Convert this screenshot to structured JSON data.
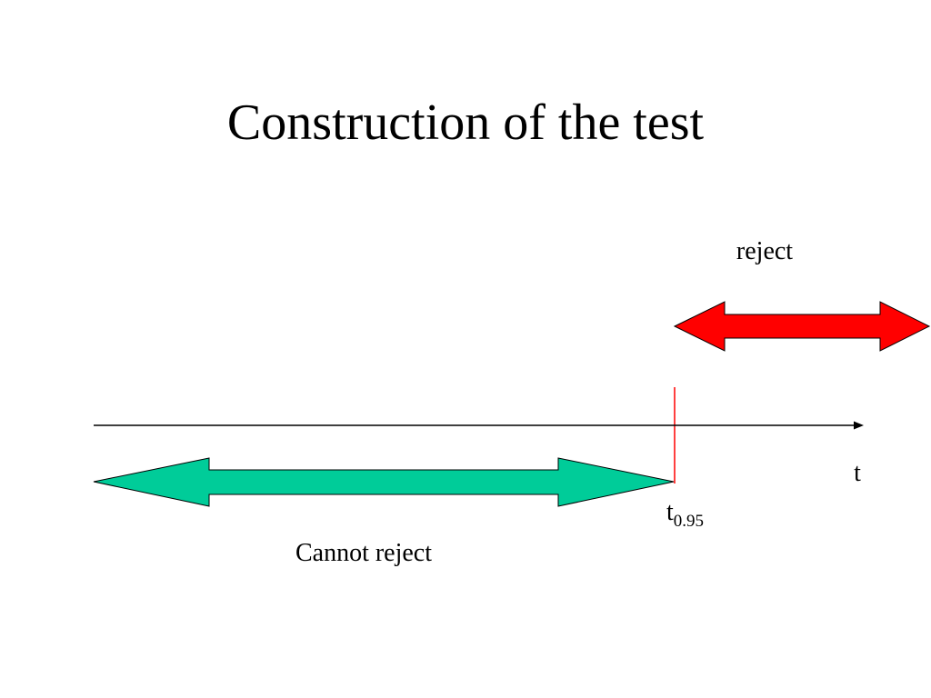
{
  "slide": {
    "title": "Construction of the test"
  },
  "diagram": {
    "reject_label": "reject",
    "cannot_reject_label": "Cannot reject",
    "axis_label": "t",
    "critical_value_label": "t",
    "critical_value_subscript": "0.95",
    "colors": {
      "reject_arrow": "#ff0000",
      "cannot_reject_arrow": "#00cc99",
      "critical_line": "#ff0000",
      "axis": "#000000"
    }
  }
}
